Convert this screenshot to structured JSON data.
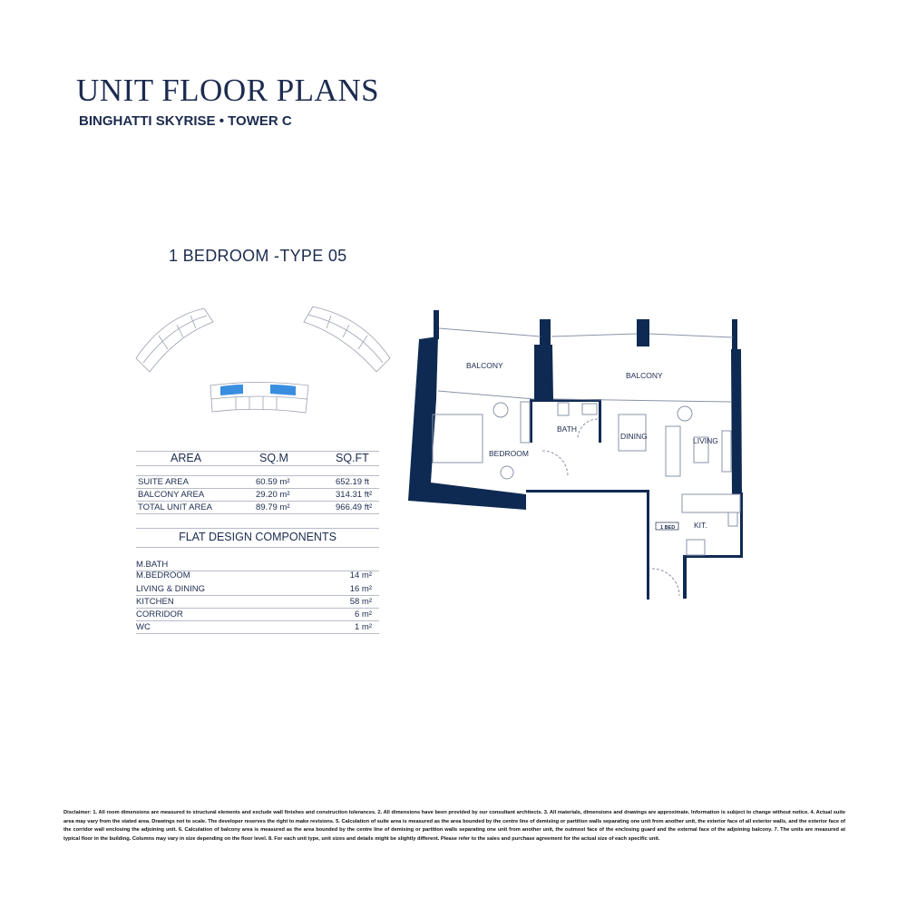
{
  "header": {
    "title": "UNIT FLOOR PLANS",
    "subtitle": "BINGHATTI SKYRISE • TOWER C"
  },
  "unit_type": "1 BEDROOM -TYPE 05",
  "area_table": {
    "headers": [
      "AREA",
      "SQ.M",
      "SQ.FT"
    ],
    "rows": [
      {
        "label": "SUITE AREA",
        "sqm": "60.59 m²",
        "sqft": "652.19 ft"
      },
      {
        "label": "BALCONY AREA",
        "sqm": "29.20 m²",
        "sqft": "314.31 ft²"
      },
      {
        "label": "TOTAL UNIT AREA",
        "sqm": "89.79 m²",
        "sqft": "966.49  ft²"
      }
    ]
  },
  "components": {
    "title": "FLAT DESIGN COMPONENTS",
    "rows": [
      {
        "label": "M.BATH",
        "value": ""
      },
      {
        "label": "M.BEDROOM",
        "value": "14 m²"
      },
      {
        "label": "LIVING & DINING",
        "value": "16 m²"
      },
      {
        "label": "KITCHEN",
        "value": "58 m²"
      },
      {
        "label": "CORRIDOR",
        "value": "6 m²"
      },
      {
        "label": "WC",
        "value": "1 m²"
      }
    ]
  },
  "plan_labels": {
    "balcony_left": "BALCONY",
    "balcony_right": "BALCONY",
    "bedroom": "BEDROOM",
    "bath": "BATH",
    "dining": "DINING",
    "living": "LIVING",
    "kitchen": "KIT.",
    "unit_tag": "1 BED"
  },
  "colors": {
    "navy": "#1c2b4f",
    "wall": "#0f2a52",
    "highlight": "#3a8ee0"
  },
  "disclaimer": "Disclaimer: 1. All room dimensions are measured to structural elements and exclude wall finishes and construction tolerances. 2. All dimensions have been provided by our consultant architects. 3. All materials, dimensions and drawings are approximate. Information is subject to change without notice. 4. Actual suite area may vary from the stated area. Drawings not to scale. The developer reserves the right to make revisions. 5. Calculation of suite area is measured as the area bounded by the centre line of demising or partition walls separating one unit from another unit, the exterior face of all exterior walls, and the exterior face of the corridor wall enclosing the adjoining unit. 6. Calculation of balcony area is measured as the area bounded by the centre line of demising or partition walls separating one unit from another unit, the outmost face of the enclosing guard and the external face of the adjoining balcony. 7. The units are measured at typical floor in the building. Columns may vary in size depending on the floor level. 8. For each unit type, unit sizes and details might be slightly different. Please refer to the sales and purchase agreement for the actual size of each specific unit."
}
